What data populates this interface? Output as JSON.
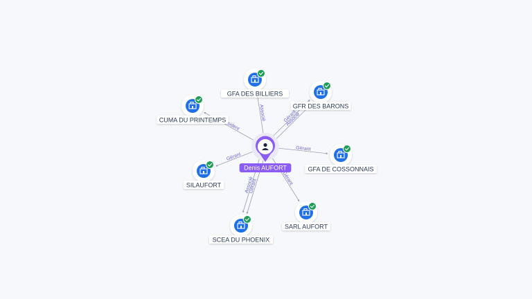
{
  "center": {
    "name": "Denis AUFORT",
    "icon": "person-icon",
    "color": "#8b5cf6"
  },
  "nodes": [
    {
      "id": "gfa-des-billiers",
      "name": "GFA DES BILLIERS",
      "roles": [
        "Associé"
      ],
      "icon": "company-icon",
      "badge": "check-icon"
    },
    {
      "id": "gfr-des-barons",
      "name": "GFR DES BARONS",
      "roles": [
        "Gérant",
        "Associé"
      ],
      "icon": "company-icon",
      "badge": "check-icon"
    },
    {
      "id": "cuma-du-printemps",
      "name": "CUMA DU PRINTEMPS",
      "roles": [
        "Président"
      ],
      "icon": "company-icon",
      "badge": "check-icon"
    },
    {
      "id": "gfa-de-cossonnais",
      "name": "GFA DE COSSONNAIS",
      "roles": [
        "Gérant"
      ],
      "icon": "company-icon",
      "badge": "check-icon"
    },
    {
      "id": "silaufort",
      "name": "SILAUFORT",
      "roles": [
        "Gérant"
      ],
      "icon": "company-icon",
      "badge": "check-icon"
    },
    {
      "id": "sarl-aufort",
      "name": "SARL AUFORT",
      "roles": [
        "Gérant"
      ],
      "icon": "company-icon",
      "badge": "check-icon"
    },
    {
      "id": "scea-du-phoenix",
      "name": "SCEA DU PHOENIX",
      "roles": [
        "Gérant",
        "Associé"
      ],
      "icon": "company-icon",
      "badge": "check-icon"
    }
  ],
  "colors": {
    "node_fill": "#1f6fe5",
    "badge": "#1e9e55",
    "edge": "#8a8fa8",
    "edge_label": "#6b63d6",
    "label_text": "#2b3a55"
  }
}
